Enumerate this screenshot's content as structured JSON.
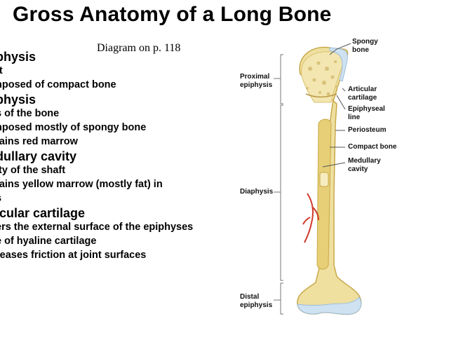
{
  "title": "Gross Anatomy of a Long Bone",
  "caption": "Diagram on p. 118",
  "outline": [
    {
      "level": "h",
      "text": "physis"
    },
    {
      "level": "s",
      "text": "ft"
    },
    {
      "level": "s",
      "text": "nposed of compact bone"
    },
    {
      "level": "h",
      "text": "physis"
    },
    {
      "level": "s",
      "text": "s of the bone"
    },
    {
      "level": "s",
      "text": "nposed mostly of spongy bone"
    },
    {
      "level": "s",
      "text": "tains red marrow"
    },
    {
      "level": "h",
      "text": "dullary cavity"
    },
    {
      "level": "s",
      "text": "ity of the shaft"
    },
    {
      "level": "s",
      "text": "tains yellow marrow (mostly fat) in"
    },
    {
      "level": "s",
      "text": "s"
    },
    {
      "level": "h",
      "text": "icular cartilage"
    },
    {
      "level": "s",
      "text": "ers the external surface of the epiphyses"
    },
    {
      "level": "s",
      "text": "e of hyaline cartilage"
    },
    {
      "level": "s",
      "text": "reases friction at joint surfaces"
    }
  ],
  "labels": {
    "proximal_epiphysis": "Proximal\nepiphysis",
    "diaphysis": "Diaphysis",
    "distal_epiphysis": "Distal\nepiphysis",
    "spongy_bone": "Spongy\nbone",
    "articular_cartilage": "Articular\ncartilage",
    "epiphyseal_line": "Epiphyseal\nline",
    "periosteum": "Periosteum",
    "compact_bone": "Compact bone",
    "medullary_cavity": "Medullary\ncavity"
  },
  "colors": {
    "bone": "#efe0a0",
    "bone_dark": "#c9a84a",
    "cartilage": "#cfe2f2",
    "marrow": "#e6cf76",
    "vessel": "#d03a2a",
    "leader": "#555555"
  }
}
